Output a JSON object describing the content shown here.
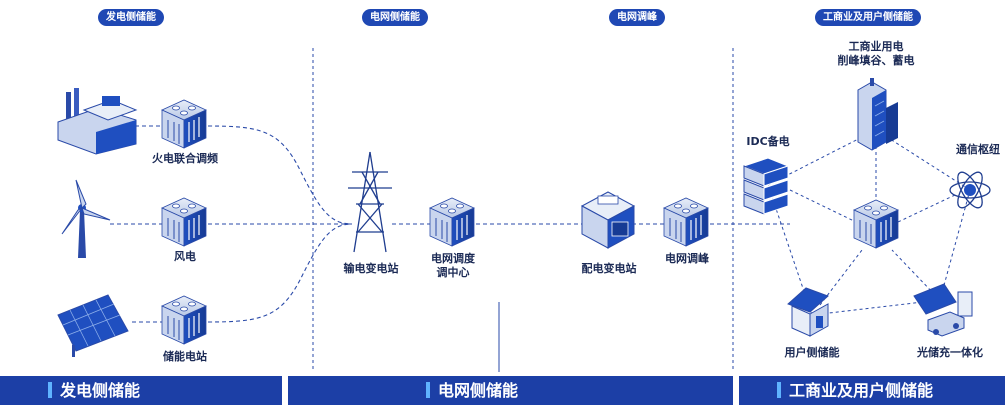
{
  "sections": {
    "gen": "发电侧储能",
    "grid": "电网侧储能",
    "peak": "电网调峰",
    "user": "工商业及用户侧储能"
  },
  "labels": {
    "thermal": "火电联合调频",
    "wind": "风电",
    "storage_station": "储能电站",
    "transmission": "输电变电站",
    "dispatch_l1": "电网调度",
    "dispatch_l2": "调中心",
    "distribution": "配电变电站",
    "peak_shaving": "电网调峰",
    "commercial_l1": "工商业用电",
    "commercial_l2": "削峰填谷、蓄电",
    "idc": "IDC备电",
    "telecom": "通信枢纽",
    "user_storage": "用户侧储能",
    "pv_charging": "光储充一体化"
  },
  "footer": {
    "gen": "发电侧储能",
    "grid": "电网侧储能",
    "user": "工商业及用户侧储能"
  },
  "colors": {
    "primary": "#1f48b4",
    "footer": "#1c3fa6",
    "line": "#2a4aa8",
    "accent": "#5fb3ff"
  }
}
